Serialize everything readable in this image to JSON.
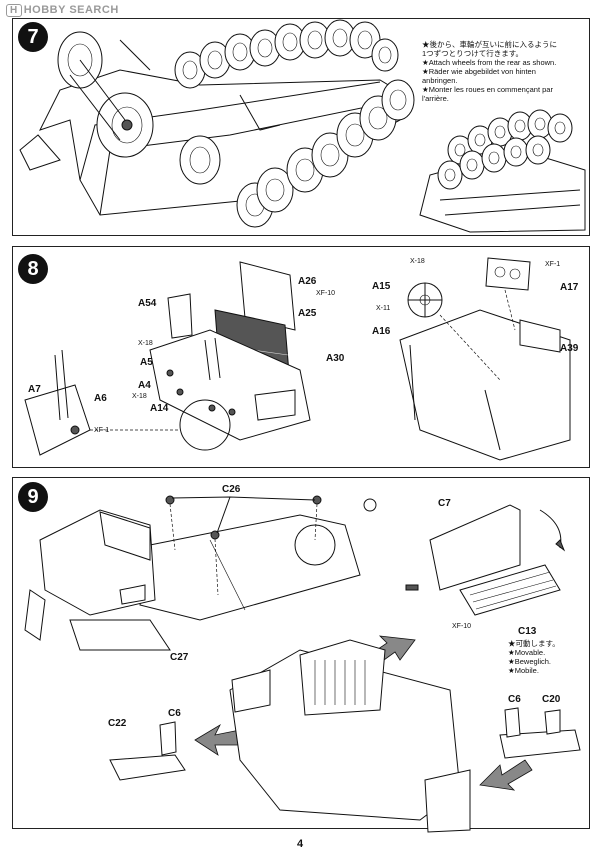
{
  "watermark": "HOBBY SEARCH",
  "page_number": "4",
  "step7": {
    "number": "7",
    "instructions": [
      "★後から、車輪が互いに前に入るように",
      "  1つずつとりつけて行きます。",
      "★Attach wheels from the rear as shown.",
      "★Räder wie abgebildet von hinten",
      "  anbringen.",
      "★Monter les roues en commençant par",
      "  l'arrière."
    ]
  },
  "step8": {
    "number": "8",
    "labels": {
      "a26": "A26",
      "xf10": "XF-10",
      "a25": "A25",
      "a54": "A54",
      "x18a": "X-18",
      "a5": "A5",
      "a30": "A30",
      "a4": "A4",
      "x18b": "X-18",
      "a14": "A14",
      "a7": "A7",
      "a6": "A6",
      "xf1a": "XF-1",
      "x18c": "X-18",
      "a15": "A15",
      "x11": "X-11",
      "a16": "A16",
      "xf1b": "XF-1",
      "a17": "A17",
      "a39": "A39"
    }
  },
  "step9": {
    "number": "9",
    "labels": {
      "c26": "C26",
      "c27": "C27",
      "c7": "C7",
      "xf10": "XF-10",
      "c13": "C13",
      "c22": "C22",
      "c6a": "C6",
      "c6b": "C6",
      "c20": "C20"
    },
    "movable": [
      "★可動します。",
      "★Movable.",
      "★Beweglich.",
      "★Mobile."
    ]
  }
}
